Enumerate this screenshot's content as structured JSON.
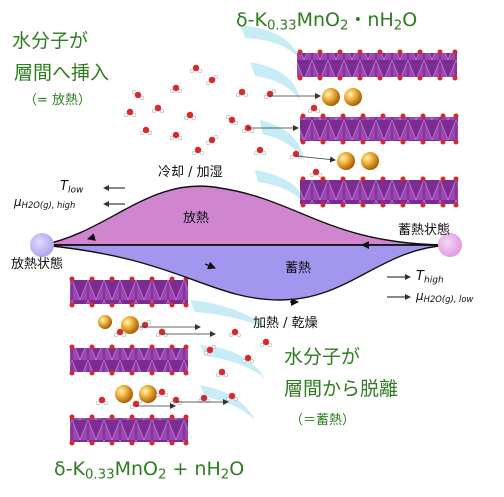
{
  "top": {
    "title": "δ-K0.33MnO2・nH2O",
    "title_parts": {
      "a": "δ-K",
      "sub1": "0.33",
      "b": "MnO",
      "sub2": "2",
      "c": "・nH",
      "sub3": "2",
      "d": "O"
    },
    "insertion_line1": "水分子が",
    "insertion_line2": "層間へ挿入",
    "insertion_note": "（= 放熱）"
  },
  "bottom": {
    "title": "δ-K0.33MnO2 + nH2O",
    "title_parts": {
      "a": "δ-K",
      "sub1": "0.33",
      "b": "MnO",
      "sub2": "2",
      "c": " + nH",
      "sub3": "2",
      "d": "O"
    },
    "release_line1": "水分子が",
    "release_line2": "層間から脱離",
    "release_note": "（＝蓄熱）"
  },
  "cycle": {
    "left_state": "放熱状態",
    "right_state": "蓄熱状態",
    "upper_lobe": "放熱",
    "lower_lobe": "蓄熱",
    "upper_condition": "冷却 / 加湿",
    "lower_condition": "加熱 / 乾燥"
  },
  "conditions": {
    "t_low": {
      "main": "T",
      "sub": "low"
    },
    "mu_high": {
      "main": "μ",
      "sub": "H2O(g), high"
    },
    "t_high": {
      "main": "T",
      "sub": "high"
    },
    "mu_low": {
      "main": "μ",
      "sub": "H2O(g), low"
    }
  },
  "colors": {
    "green_text": "#2e7d1f",
    "upper_lobe": "#cf86cf",
    "lower_lobe": "#a296ee",
    "left_node": "#b0a6f0",
    "right_node": "#e39ae3",
    "layer_purple": "#7a2c93",
    "oxygen_red": "#d8282a",
    "potassium_gold": "#e39a1d"
  }
}
